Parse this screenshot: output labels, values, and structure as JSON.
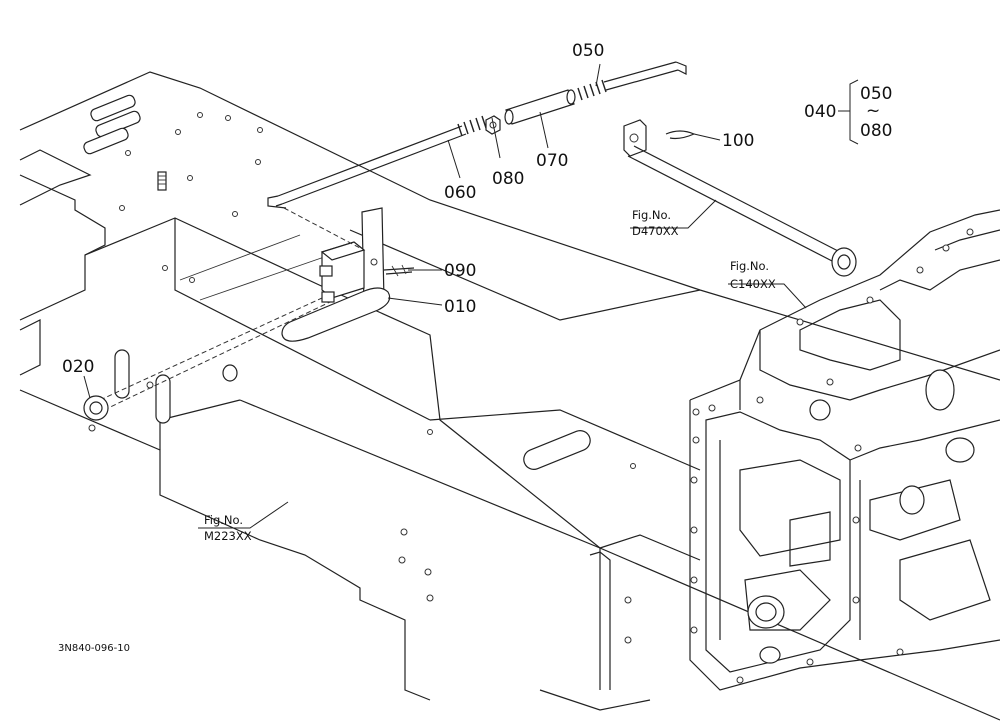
{
  "drawing_code": "3N840-096-10",
  "parts": {
    "p010": "010",
    "p020": "020",
    "p040": "040",
    "p050": "050",
    "p060": "060",
    "p070": "070",
    "p080": "080",
    "p090": "090",
    "p100": "100"
  },
  "group": {
    "top": "050",
    "tilde": "~",
    "bottom": "080"
  },
  "figure_refs": {
    "m223": {
      "prefix": "Fig.No.",
      "number": "M223XX"
    },
    "d470": {
      "prefix": "Fig.No.",
      "number": "D470XX"
    },
    "c140": {
      "prefix": "Fig.No.",
      "number": "C140XX"
    }
  }
}
